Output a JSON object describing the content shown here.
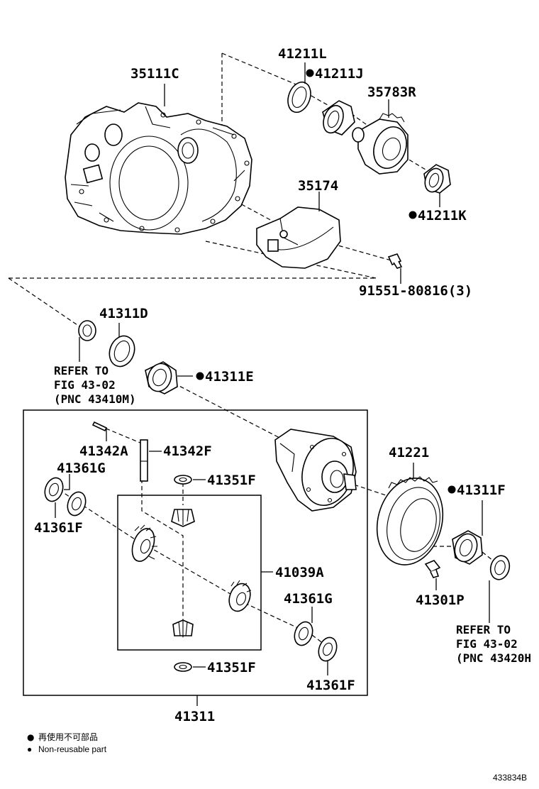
{
  "parts": {
    "p41211L": "41211L",
    "p41211J": "41211J",
    "p35111C": "35111C",
    "p35783R": "35783R",
    "p35174": "35174",
    "p41211K": "41211K",
    "p91551": "91551-80816(3)",
    "p41311D": "41311D",
    "p41311E": "41311E",
    "p41342A": "41342A",
    "p41342F": "41342F",
    "p41361G_top": "41361G",
    "p41361F_top": "41361F",
    "p41351F_top": "41351F",
    "p41221": "41221",
    "p41311F": "41311F",
    "p41039A": "41039A",
    "p41361G_bot": "41361G",
    "p41301P": "41301P",
    "p41351F_bot": "41351F",
    "p41361F_bot": "41361F",
    "p41311": "41311"
  },
  "refs": {
    "left": [
      "REFER TO",
      "FIG 43-02",
      "(PNC 43410M)"
    ],
    "right": [
      "REFER TO",
      "FIG 43-02",
      "(PNC 43420H"
    ]
  },
  "legend": {
    "marker": "●",
    "japanese": "再使用不可部品",
    "english": "Non-reusable part"
  },
  "figure_id": "433834B"
}
